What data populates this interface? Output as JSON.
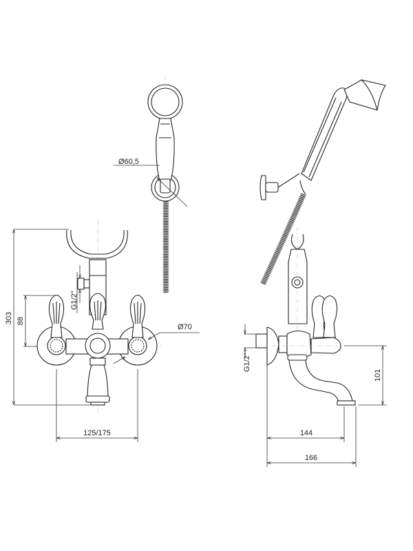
{
  "dimensions": {
    "handshower_diameter": "Ø60,5",
    "flange_diameter": "Ø70",
    "total_height": "303",
    "handle_height": "88",
    "front_connection": "G1/2\"",
    "side_connection": "G1/2\"",
    "center_distance": "125/175",
    "spout_projection": "144",
    "total_depth": "166",
    "spout_height": "101"
  }
}
